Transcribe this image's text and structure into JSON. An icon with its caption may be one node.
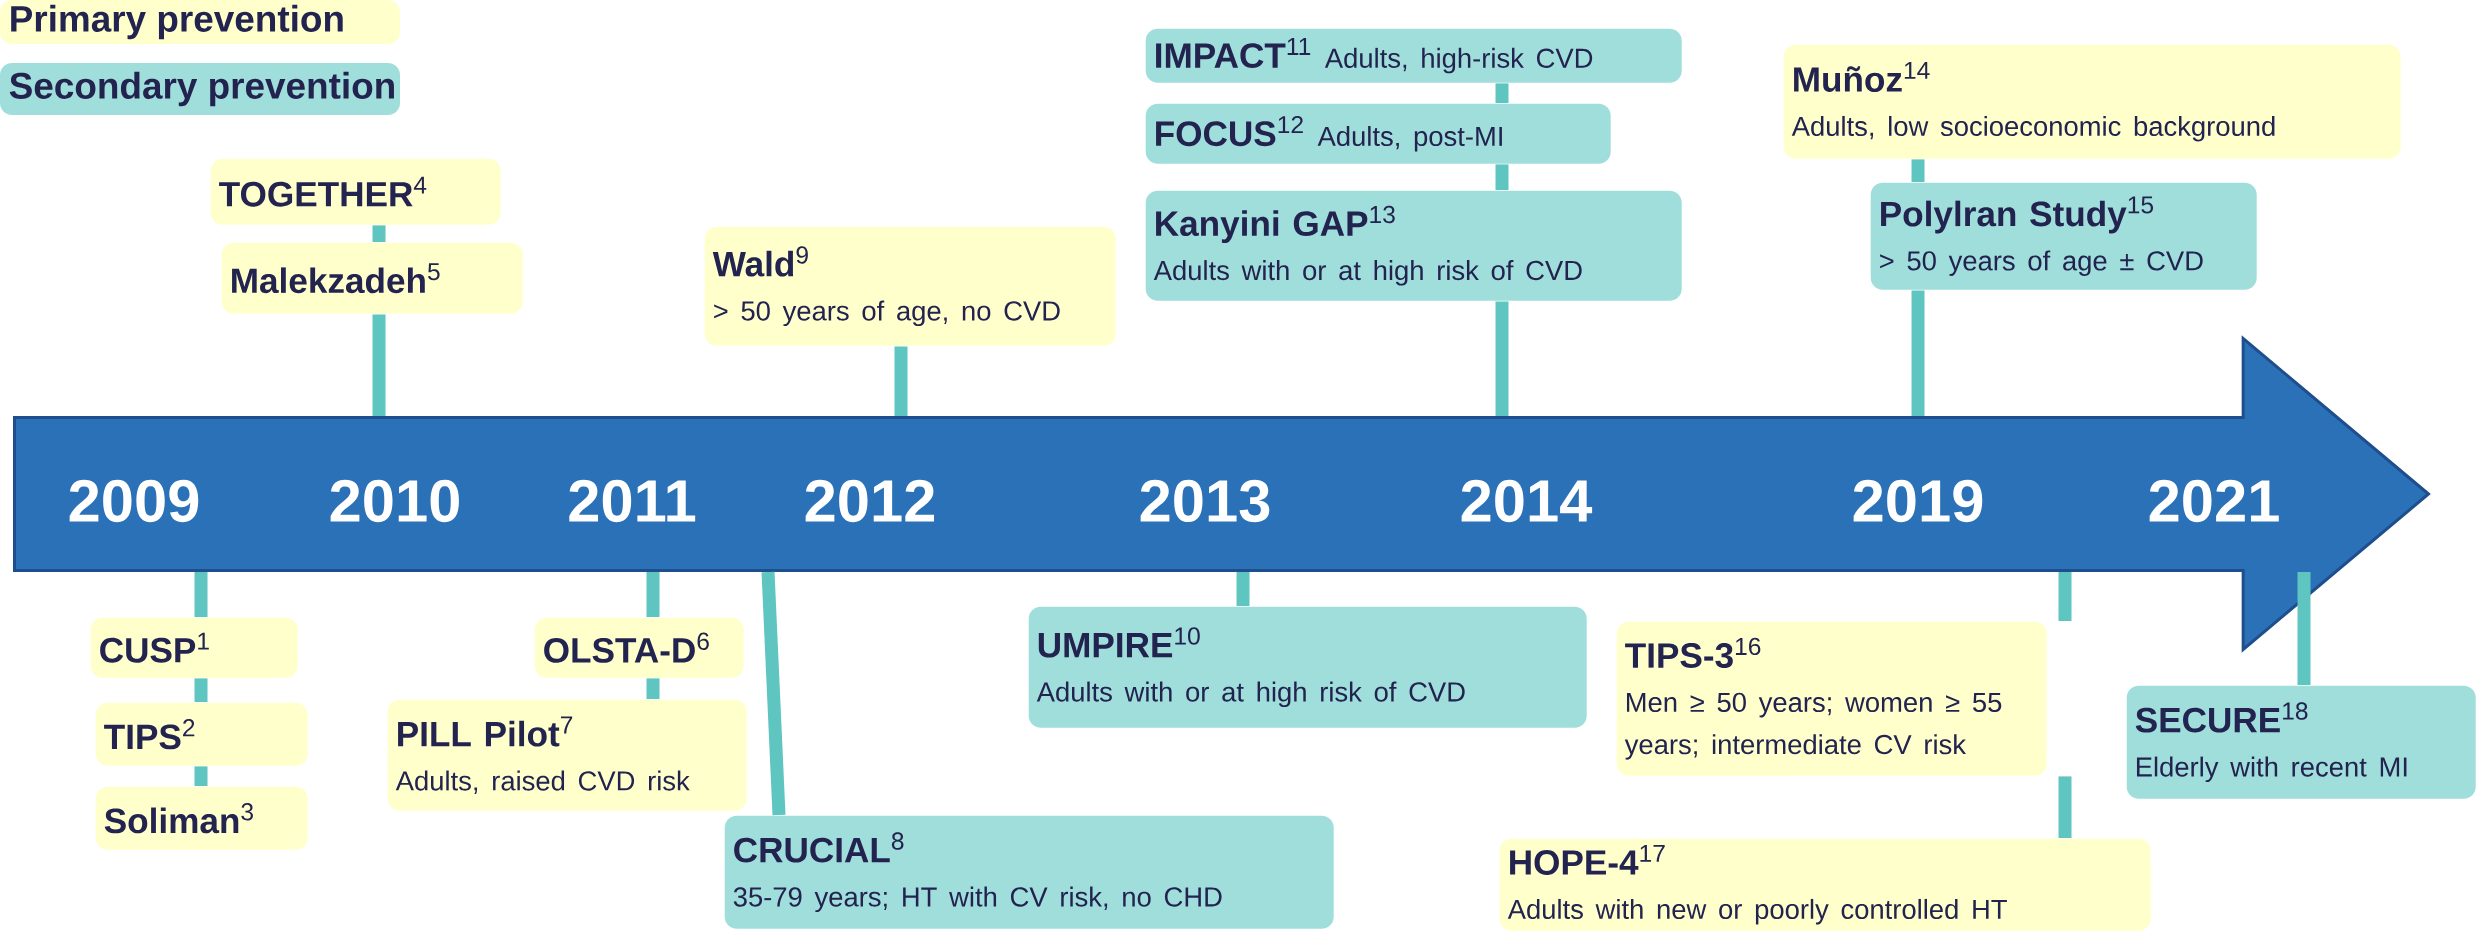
{
  "diagram": {
    "nodes": [
      {
        "text": [],
        "shape": "arrow"
      },
      {
        "text": [
          "**TOGETHER**$^{4}$"
        ]
      },
      {
        "text": [
          "**Malekzadeh**$^{5}$"
        ]
      },
      {
        "text": [
          "**Wald**$^{9}$",
          "> 50 years of age, no CVD"
        ]
      },
      {
        "text": [
          "**IMPACT**$^{11}$",
          "Adults, high-risk CVD"
        ]
      },
      {
        "text": [
          "**FOCUS**$^{12}$",
          "Adults, post-MI"
        ]
      },
      {
        "text": [
          "**Kanyini GAP**$^{13}$",
          "Adults with or at high risk of CVD"
        ]
      },
      {
        "text": [
          "**Muñoz**$^{14}$",
          "Adults, low socioeconomic background"
        ]
      },
      {
        "text": [
          "**Polylran Study**$^{15}$",
          "> 50 years of age ± CVD"
        ]
      },
      {
        "text": [
          "**CUSP**$^{1}$"
        ]
      },
      {
        "text": [
          "**TIPS**$^{2}$"
        ]
      },
      {
        "text": [
          "**Soliman**$^{3}$"
        ]
      },
      {
        "text": [
          "**OLSTA-D**$^{6}$"
        ]
      },
      {
        "text": [
          "**PILL Pilot**$^{7}$",
          "Adults, raised CVD risk"
        ]
      },
      {
        "text": [
          "**CRUCIAL**$^{8}$",
          "35-79 years; HT with CV risk, no CHD"
        ]
      },
      {
        "text": [
          "**UMPIRE**$^{10}$",
          "Adults with or at high risk of CVD"
        ]
      },
      {
        "text": [
          "**TIPS-3**$^{16}$",
          "Men ≥ 50 years; women ≥ 55 years; intermediate CV risk"
        ]
      },
      {
        "text": [
          "**HOPE-4**$^{17}$",
          "Adults with new or poorly controlled HT"
        ]
      },
      {
        "text": [
          "**SECURE**$^{18}$",
          "Elderly with recent MI"
        ]
      }
    ],
    "edges": [
      {
        "from": 0,
        "to": 2,
        "arrow": "none"
      },
      {
        "from": 2,
        "to": 1,
        "arrow": "none"
      },
      {
        "from": 0,
        "to": 3,
        "arrow": "none"
      },
      {
        "from": 0,
        "to": 6,
        "arrow": "none"
      },
      {
        "from": 6,
        "to": 5,
        "arrow": "none"
      },
      {
        "from": 5,
        "to": 4,
        "arrow": "none"
      },
      {
        "from": 0,
        "to": 8,
        "arrow": "none"
      },
      {
        "from": 8,
        "to": 7,
        "arrow": "none"
      },
      {
        "from": 0,
        "to": 9,
        "arrow": "none"
      },
      {
        "from": 9,
        "to": 10,
        "arrow": "none"
      },
      {
        "from": 10,
        "to": 11,
        "arrow": "none"
      },
      {
        "from": 0,
        "to": 12,
        "arrow": "none"
      },
      {
        "from": 12,
        "to": 13,
        "arrow": "none"
      },
      {
        "from": 0,
        "to": 14,
        "arrow": "none"
      },
      {
        "from": 0,
        "to": 15,
        "arrow": "none"
      },
      {
        "from": 0,
        "to": 16,
        "arrow": "none"
      },
      {
        "from": 16,
        "to": 17,
        "arrow": "none"
      },
      {
        "from": 0,
        "to": 18,
        "arrow": "none"
      }
    ],
    "labels": [
      "2009",
      "2010",
      "2011",
      "2012",
      "2013",
      "2014",
      "2019",
      "2021"
    ],
    "legend": [
      {
        "text": "Primary prevention",
        "color": "#ffffcc"
      },
      {
        "text": "Secondary prevention",
        "color": "#a0dedb"
      }
    ]
  }
}
